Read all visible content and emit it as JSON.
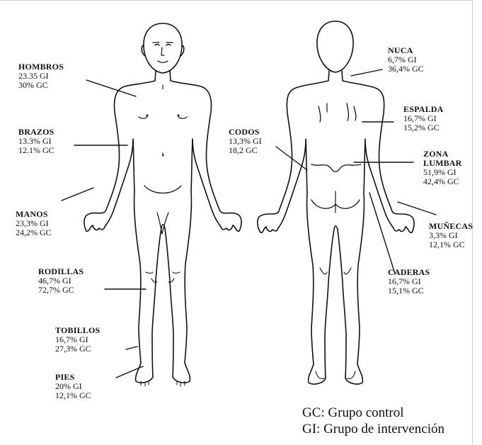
{
  "regions": [
    {
      "id": "hombros",
      "name": "HOMBROS",
      "gi": "23.35 GI",
      "gc": "30% GC"
    },
    {
      "id": "brazos",
      "name": "BRAZOS",
      "gi": "13.3% GI",
      "gc": "12.1% GC"
    },
    {
      "id": "manos",
      "name": "MANOS",
      "gi": "23,3% GI",
      "gc": "24,2% GC"
    },
    {
      "id": "rodillas",
      "name": "RODILLAS",
      "gi": "46,7% GI",
      "gc": "72,7% GC"
    },
    {
      "id": "tobillos",
      "name": "TOBILLOS",
      "gi": "16,7% GI",
      "gc": "27,3% GC"
    },
    {
      "id": "pies",
      "name": "PIES",
      "gi": "20% GI",
      "gc": "12,1% GC"
    },
    {
      "id": "nuca",
      "name": "NUCA",
      "gi": "6,7% GI",
      "gc": "36,4% GC"
    },
    {
      "id": "espalda",
      "name": "ESPALDA",
      "gi": "16,7% GI",
      "gc": "15,2% GC"
    },
    {
      "id": "codos",
      "name": "CODOS",
      "gi": "13,3% GI",
      "gc": "18,2 GC"
    },
    {
      "id": "zona-lumbar",
      "name": "ZONA\nLUMBAR",
      "gi": "51,9% GI",
      "gc": "42,4% GC"
    },
    {
      "id": "munecas",
      "name": "MUÑECAS",
      "gi": "3,3% GI",
      "gc": "12,1% GC"
    },
    {
      "id": "caderas",
      "name": "CADERAS",
      "gi": "16,7% GI",
      "gc": "15,1% GC"
    }
  ],
  "legend": {
    "gc": "GC: Grupo control",
    "gi": "GI: Grupo de intervención"
  },
  "colors": {
    "ink": "#111111",
    "frame": "#cfcfcf",
    "background": "#ffffff"
  }
}
